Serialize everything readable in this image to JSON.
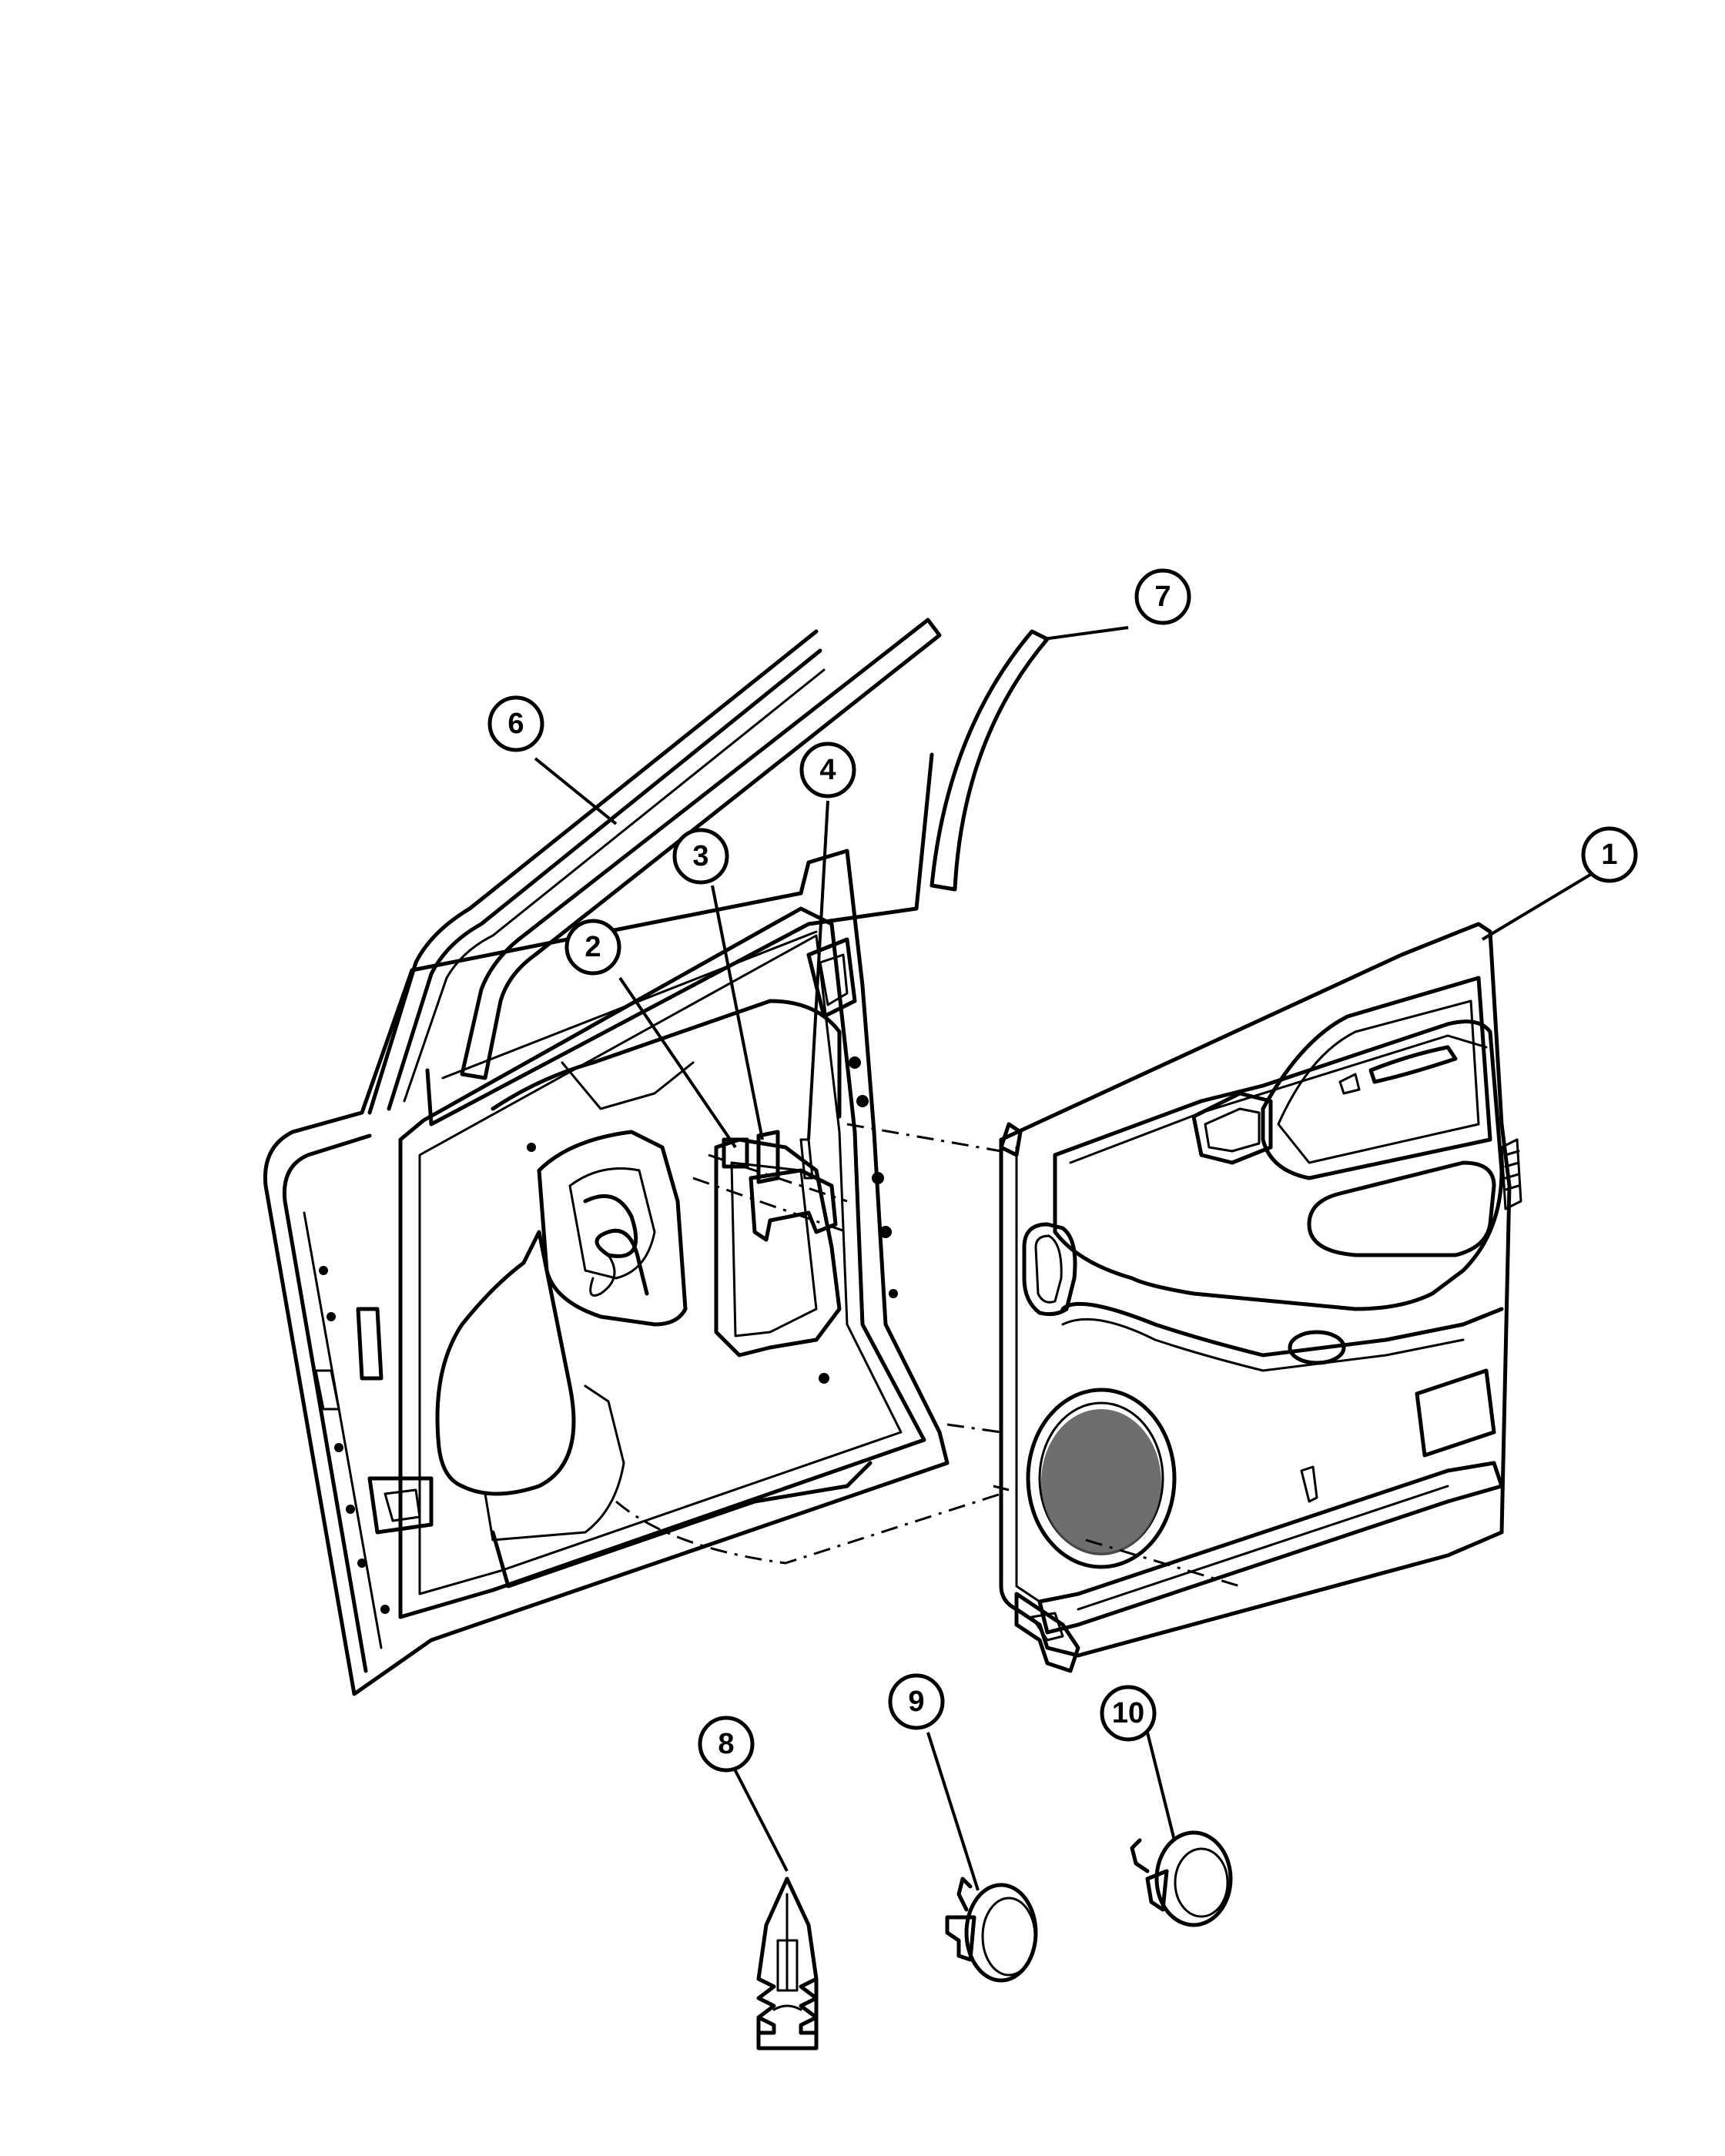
{
  "callouts": [
    {
      "label": "1"
    },
    {
      "label": "2"
    },
    {
      "label": "3"
    },
    {
      "label": "4"
    },
    {
      "label": "6"
    },
    {
      "label": "7"
    },
    {
      "label": "8"
    },
    {
      "label": "9"
    },
    {
      "label": "10"
    }
  ]
}
